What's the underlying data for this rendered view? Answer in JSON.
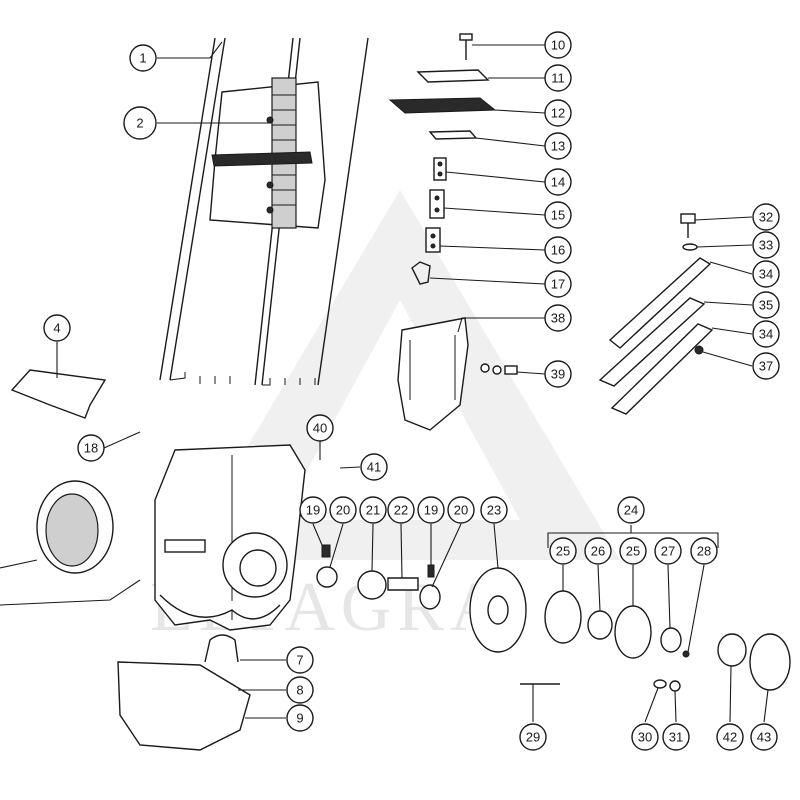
{
  "diagram": {
    "highlight_color": "#a6c83a",
    "line_color": "#1a1a1a",
    "watermark_color": "#e6e6e6",
    "watermark_text": "ELTAGRA",
    "callouts": [
      {
        "id": "c1",
        "label": "1"
      },
      {
        "id": "c2",
        "label": "2",
        "highlighted": true
      },
      {
        "id": "c4",
        "label": "4"
      },
      {
        "id": "c7",
        "label": "7"
      },
      {
        "id": "c8",
        "label": "8"
      },
      {
        "id": "c9",
        "label": "9"
      },
      {
        "id": "c10",
        "label": "10"
      },
      {
        "id": "c11",
        "label": "11"
      },
      {
        "id": "c12",
        "label": "12"
      },
      {
        "id": "c13",
        "label": "13"
      },
      {
        "id": "c14",
        "label": "14"
      },
      {
        "id": "c15",
        "label": "15"
      },
      {
        "id": "c16",
        "label": "16"
      },
      {
        "id": "c17",
        "label": "17"
      },
      {
        "id": "c18",
        "label": "18"
      },
      {
        "id": "c19a",
        "label": "19"
      },
      {
        "id": "c20a",
        "label": "20"
      },
      {
        "id": "c21",
        "label": "21"
      },
      {
        "id": "c22",
        "label": "22"
      },
      {
        "id": "c19b",
        "label": "19"
      },
      {
        "id": "c20b",
        "label": "20"
      },
      {
        "id": "c23",
        "label": "23"
      },
      {
        "id": "c24",
        "label": "24"
      },
      {
        "id": "c25a",
        "label": "25"
      },
      {
        "id": "c26",
        "label": "26"
      },
      {
        "id": "c25b",
        "label": "25"
      },
      {
        "id": "c27",
        "label": "27"
      },
      {
        "id": "c28",
        "label": "28"
      },
      {
        "id": "c29",
        "label": "29"
      },
      {
        "id": "c30",
        "label": "30"
      },
      {
        "id": "c31",
        "label": "31"
      },
      {
        "id": "c32",
        "label": "32"
      },
      {
        "id": "c33",
        "label": "33"
      },
      {
        "id": "c34a",
        "label": "34"
      },
      {
        "id": "c35",
        "label": "35"
      },
      {
        "id": "c34b",
        "label": "34"
      },
      {
        "id": "c37",
        "label": "37"
      },
      {
        "id": "c38",
        "label": "38"
      },
      {
        "id": "c39",
        "label": "39"
      },
      {
        "id": "c40",
        "label": "40"
      },
      {
        "id": "c41",
        "label": "41"
      },
      {
        "id": "c42",
        "label": "42"
      },
      {
        "id": "c43",
        "label": "43"
      }
    ]
  }
}
